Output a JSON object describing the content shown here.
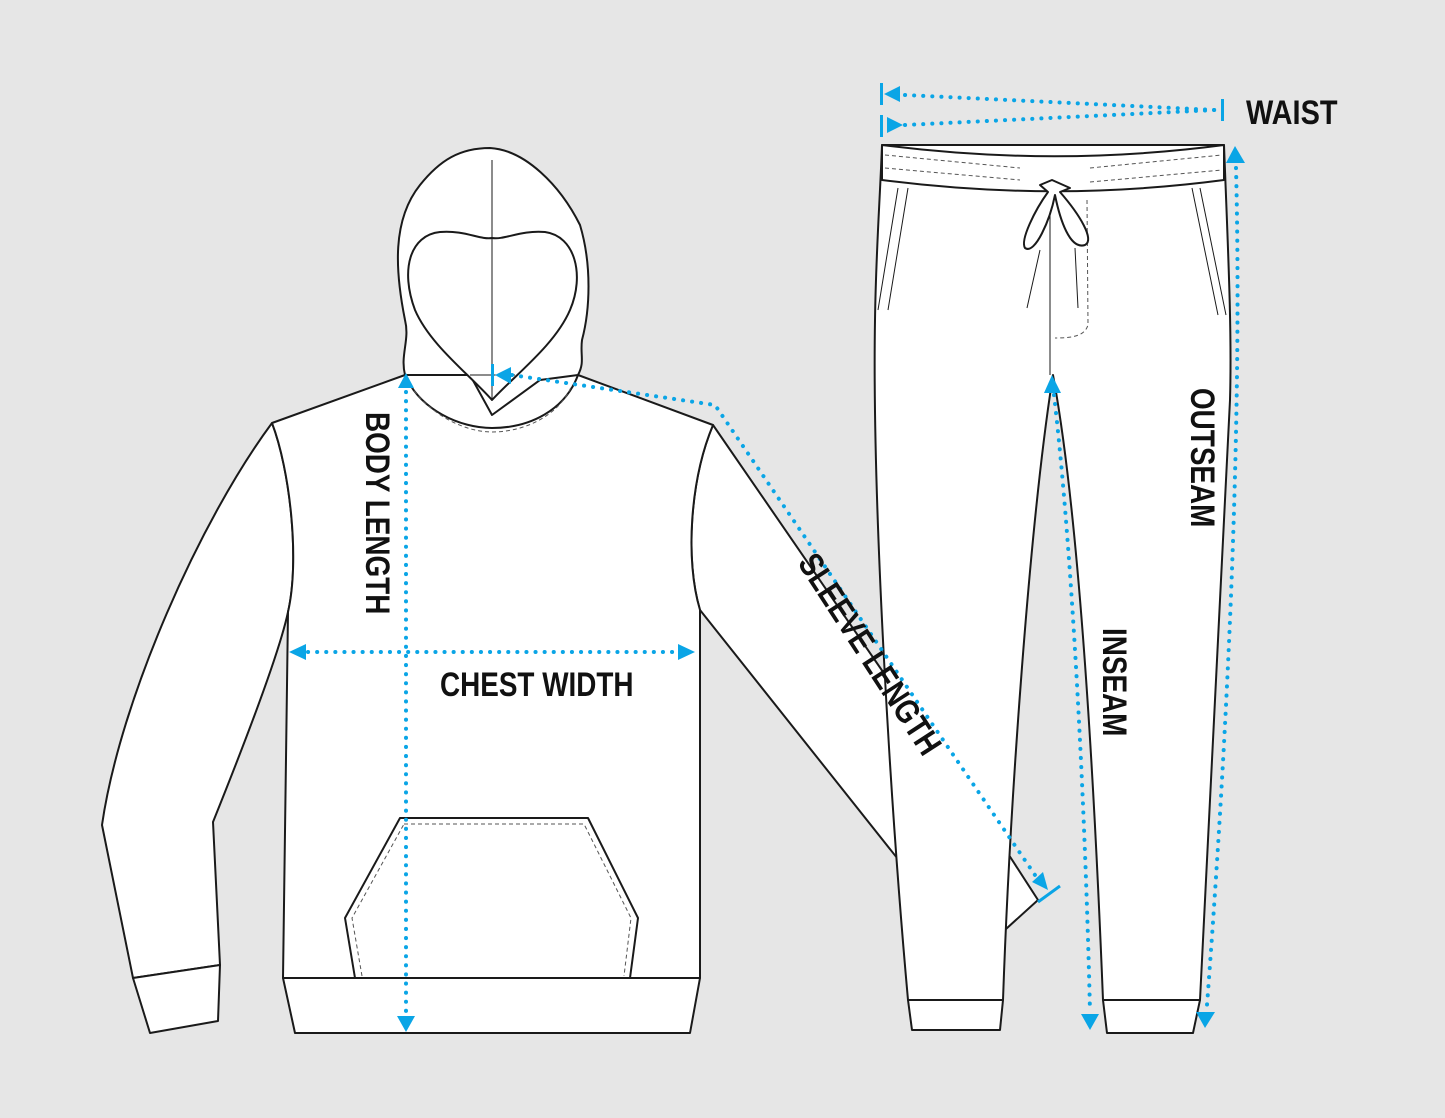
{
  "colors": {
    "background": "#e6e6e6",
    "measure": "#0aa5e6",
    "outline": "#1a1a1a"
  },
  "labels": {
    "waist": "WAIST",
    "body_length": "BODY LENGTH",
    "chest_width": "CHEST WIDTH",
    "sleeve_length": "SLEEVE LENGTH",
    "outseam": "OUTSEAM",
    "inseam": "INSEAM"
  }
}
